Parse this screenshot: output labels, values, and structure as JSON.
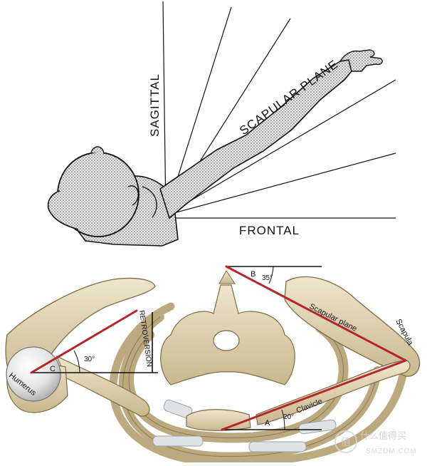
{
  "top_figure": {
    "sagittal_label": "SAGITTAL",
    "frontal_label": "FRONTAL",
    "scapular_label": "SCAPULAR PLANE"
  },
  "bottom_figure": {
    "label_b": "B",
    "angle_b": "35°",
    "label_c": "C",
    "angle_c": "30°",
    "label_a": "A",
    "angle_a": "20°",
    "scapular_plane": "Scapular plane",
    "scapula": "Scapula",
    "clavicle": "Clavicle",
    "humerus": "Humerus",
    "retroversion": "RETROVERSION",
    "accent_color": "#b5262d"
  },
  "watermark": {
    "brand": "什么值得买",
    "url": "SMZDM.COM",
    "icon": "smzdm-logo-icon"
  }
}
